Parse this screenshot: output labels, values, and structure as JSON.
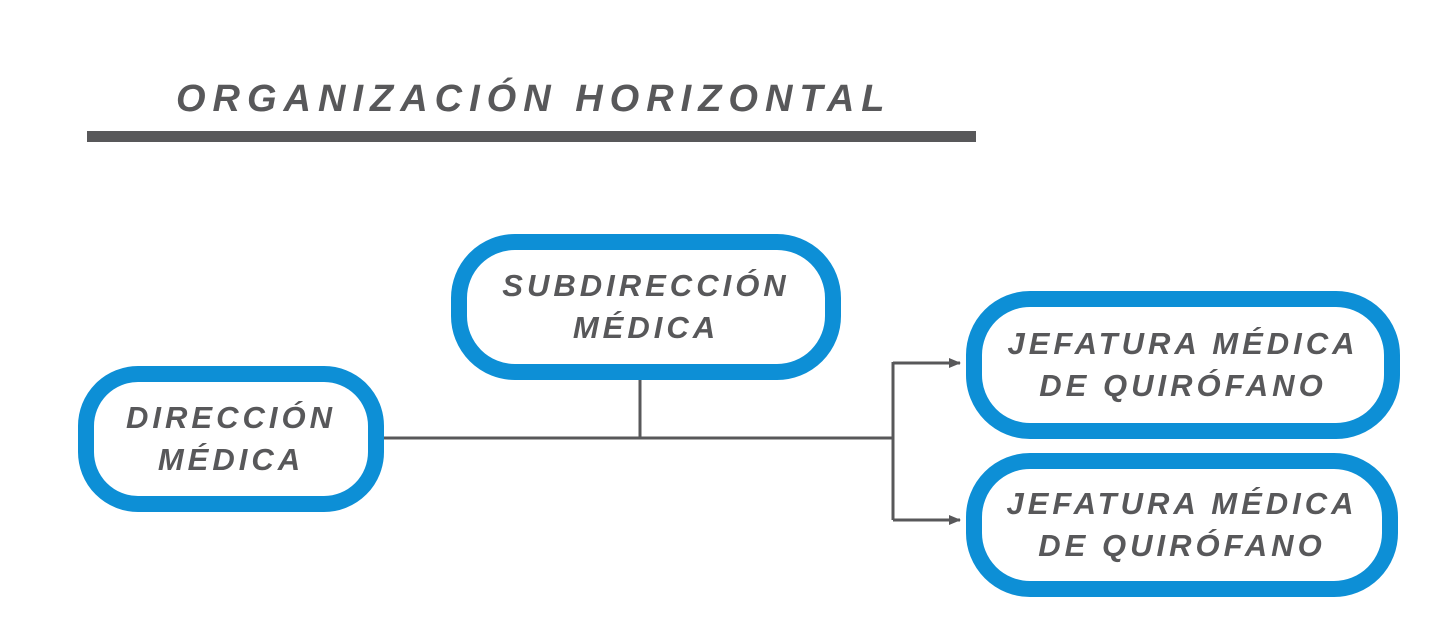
{
  "title": "ORGANIZACIÓN  HORIZONTAL",
  "colors": {
    "node_border": "#0d8fd6",
    "text": "#58585a",
    "line": "#58585a"
  },
  "nodes": {
    "direccion": "DIRECCIÓN\nMÉDICA",
    "subdireccion": "SUBDIRECCIÓN\nMÉDICA",
    "jefatura_1": "JEFATURA MÉDICA\nDE QUIRÓFANO",
    "jefatura_2": "JEFATURA MÉDICA\nDE QUIRÓFANO"
  }
}
